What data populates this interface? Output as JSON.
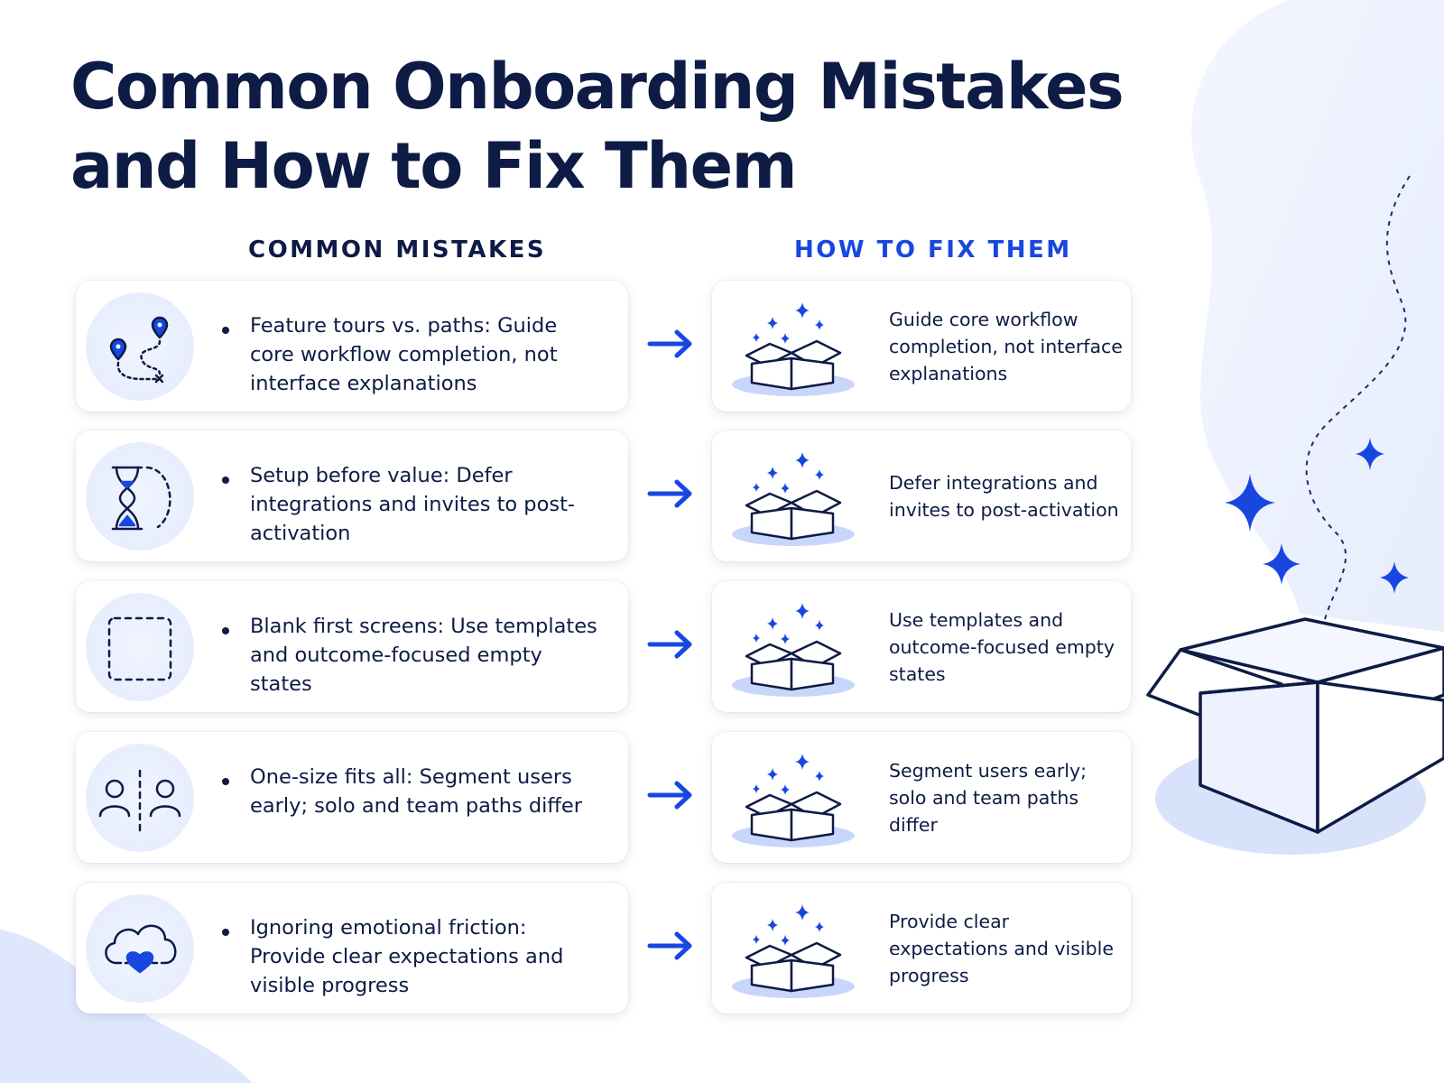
{
  "title": {
    "line1": "Common Onboarding Mistakes",
    "line2": "and How to Fix Them"
  },
  "headers": {
    "mistakes": "COMMON MISTAKES",
    "fixes": "HOW TO FIX THEM"
  },
  "colors": {
    "navy": "#0d1b45",
    "accent_blue": "#1847e0",
    "soft_blue": "#e3eafd"
  },
  "rows": [
    {
      "icon": "map-route-icon",
      "mistake": "Feature tours vs. paths: Guide core workflow completion, not interface explanations",
      "fix_icon": "sparkle-box-icon",
      "fix": "Guide core workflow completion, not interface explanations"
    },
    {
      "icon": "hourglass-icon",
      "mistake": "Setup before value: Defer integrations and invites to post-activation",
      "fix_icon": "sparkle-box-icon",
      "fix": "Defer integrations and invites to post-activation"
    },
    {
      "icon": "blank-screen-icon",
      "mistake": "Blank first screens: Use templates and outcome-focused empty states",
      "fix_icon": "sparkle-box-icon",
      "fix": "Use templates and outcome-focused empty states"
    },
    {
      "icon": "two-users-icon",
      "mistake": "One-size fits all: Segment users early; solo and team paths differ",
      "fix_icon": "sparkle-box-icon",
      "fix": "Segment users early; solo and team paths differ"
    },
    {
      "icon": "cloud-heart-icon",
      "mistake": "Ignoring emotional friction: Provide clear expectations and visible progress",
      "fix_icon": "sparkle-box-icon",
      "fix": "Provide clear expectations and visible progress"
    }
  ]
}
